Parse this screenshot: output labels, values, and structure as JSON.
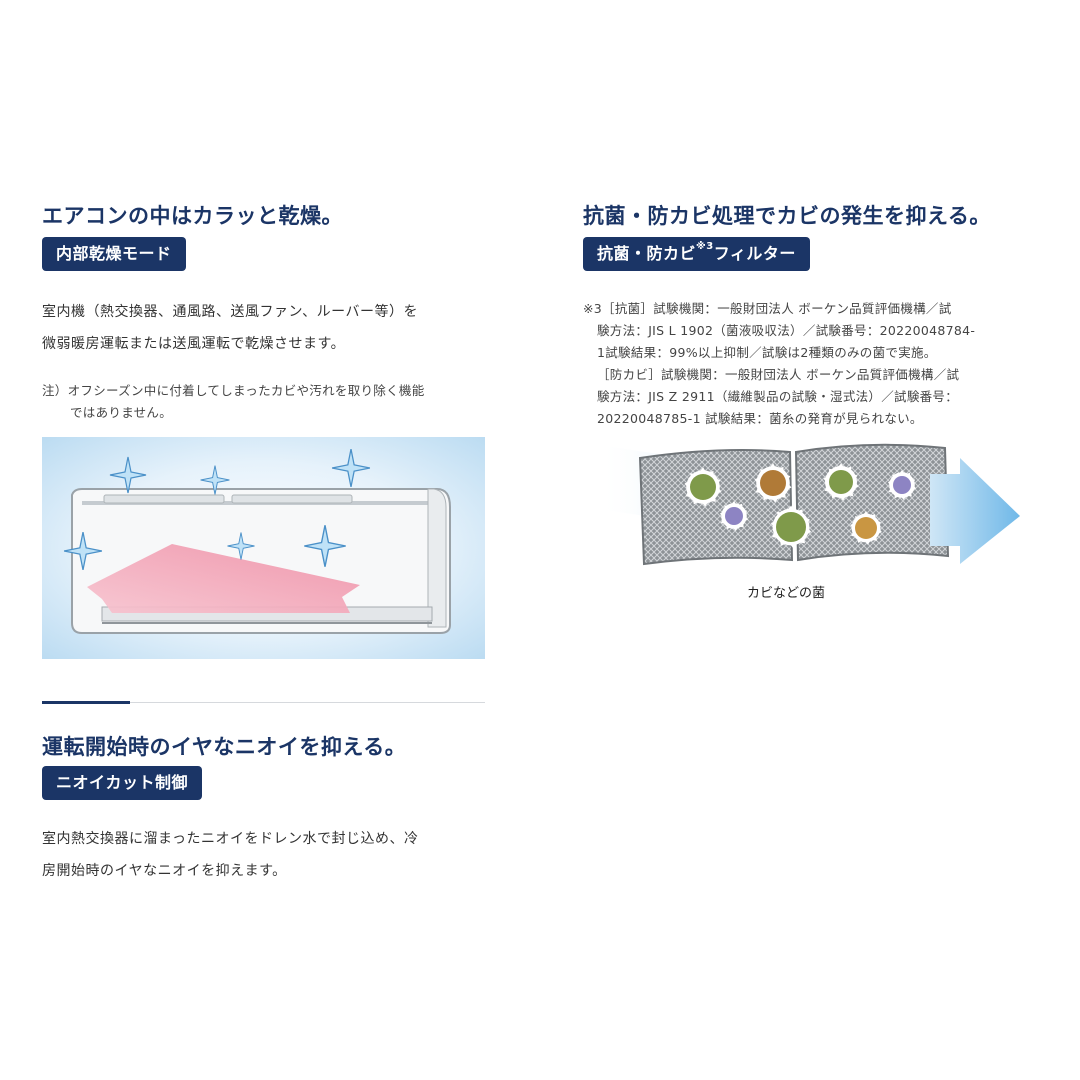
{
  "section_dry": {
    "heading": "エアコンの中はカラッと乾燥。",
    "badge": "内部乾燥モード",
    "body": [
      "室内機（熱交換器、通風路、送風ファン、ルーバー等）を",
      "微弱暖房運転または送風運転で乾燥させます。"
    ],
    "note": [
      "注）オフシーズン中に付着してしまったカビや汚れを取り除く機能",
      "ではありません。"
    ]
  },
  "section_filter": {
    "heading": "抗菌・防カビ処理でカビの発生を抑える。",
    "badge_pre": "抗菌・防カビ",
    "badge_sup": "※3",
    "badge_post": "フィルター",
    "note": [
      "※3［抗菌］試験機関：一般財団法人 ボーケン品質評価機構／試",
      "験方法：JIS L 1902（菌液吸収法）／試験番号：20220048784-",
      "1試験結果：99%以上抑制／試験は2種類のみの菌で実施。",
      "［防カビ］試験機関：一般財団法人 ボーケン品質評価機構／試",
      "験方法：JIS Z 2911（繊維製品の試験・湿式法）／試験番号：",
      "20220048785-1 試験結果：菌糸の発育が見られない。"
    ],
    "caption": "カビなどの菌"
  },
  "section_odor": {
    "heading": "運転開始時のイヤなニオイを抑える。",
    "badge": "ニオイカット制御",
    "body": [
      "室内熱交換器に溜まったニオイをドレン水で封じ込め、冷",
      "房開始時のイヤなニオイを抑えます。"
    ]
  },
  "colors": {
    "navy": "#1b3566",
    "text": "#333333",
    "sky": "#cfe6f6",
    "pink": "#f2a3b4"
  }
}
